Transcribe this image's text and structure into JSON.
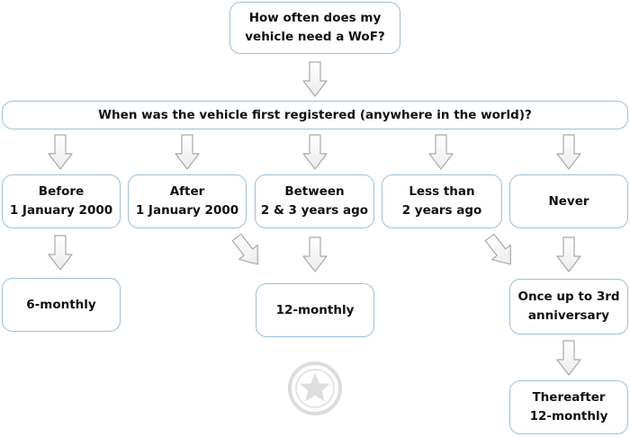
{
  "question_box": {
    "line1": "How often does my",
    "line2": "vehicle need a WoF?"
  },
  "registration_question": {
    "text": "When was the vehicle first registered (anywhere in the world)?"
  },
  "options": [
    {
      "line1": "Before",
      "line2": "1 January 2000"
    },
    {
      "line1": "After",
      "line2": "1 January 2000"
    },
    {
      "line1": "Between",
      "line2": "2 & 3 years ago"
    },
    {
      "line1": "Less than",
      "line2": "2 years ago"
    },
    {
      "line1": "Never",
      "line2": ""
    }
  ],
  "results": {
    "six_monthly": "6-monthly",
    "twelve_monthly": "12-monthly",
    "once_to_third": {
      "line1": "Once up to 3rd",
      "line2": "anniversary"
    },
    "thereafter": {
      "line1": "Thereafter",
      "line2": "12-monthly"
    }
  },
  "colors": {
    "box_border": "#9cc0dc",
    "arrow_stroke": "#a9a9a9",
    "emblem": "#d9d9d9"
  },
  "icons": {
    "arrow": "hollow-down-arrow",
    "emblem": "star-badge-icon"
  }
}
